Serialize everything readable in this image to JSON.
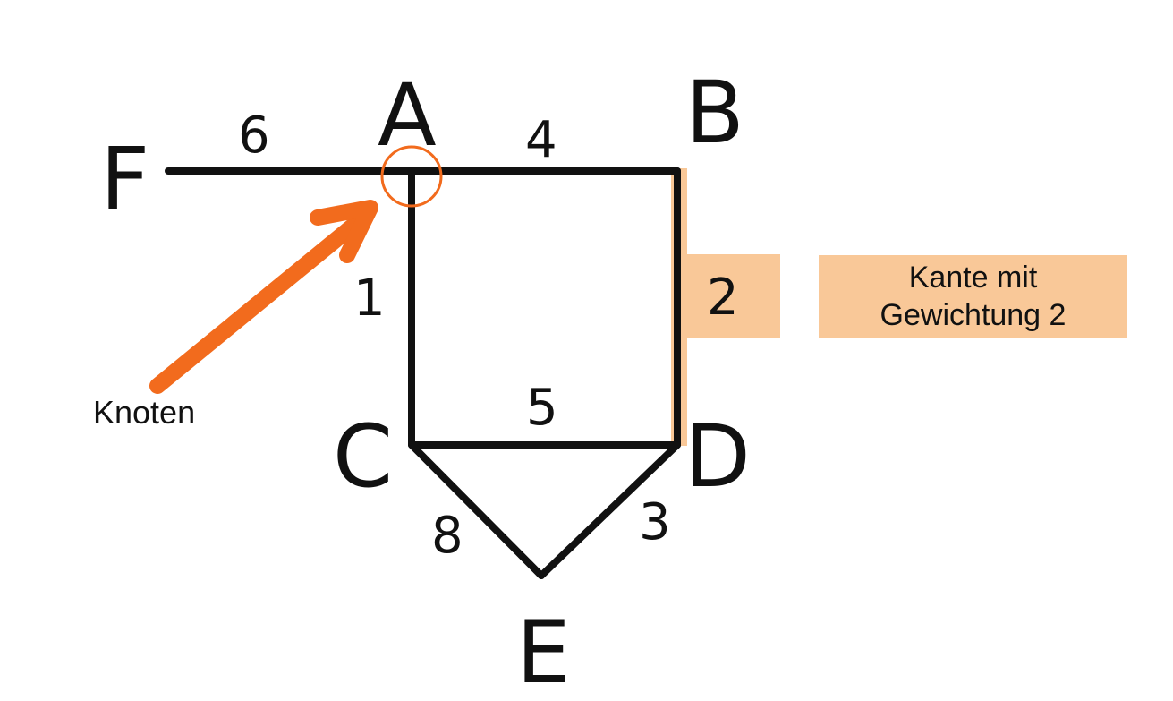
{
  "colors": {
    "edge": "#111111",
    "highlight": "#f9c898",
    "accent": "#f26b1d"
  },
  "nodes": {
    "a": "A",
    "b": "B",
    "c": "C",
    "d": "D",
    "e": "E",
    "f": "F"
  },
  "edges": {
    "fa": "6",
    "ab": "4",
    "ac": "1",
    "bd": "2",
    "cd": "5",
    "ce": "8",
    "de": "3"
  },
  "annotations": {
    "node_label": "Knoten",
    "edge_label_line1": "Kante mit",
    "edge_label_line2": "Gewichtung 2"
  }
}
